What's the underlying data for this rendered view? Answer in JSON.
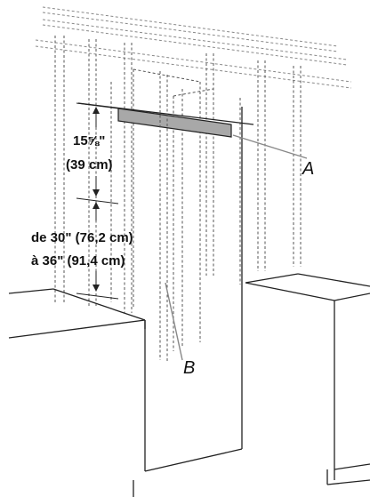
{
  "dimensions": {
    "upper_height": "15⅝\"",
    "upper_height_metric": "(39 cm)",
    "lower_range_line1": "de 30\" (76,2 cm)",
    "lower_range_line2": "à 36\" (91,4 cm)"
  },
  "callouts": {
    "a": "A",
    "b": "B"
  },
  "colors": {
    "mounting_plate_fill": "#a8a8a8",
    "line": "#222222",
    "hidden_line": "#555555"
  }
}
